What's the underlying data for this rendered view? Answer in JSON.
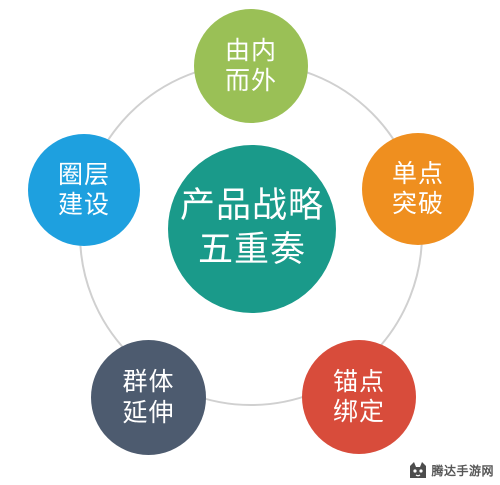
{
  "diagram": {
    "center": {
      "lines": [
        "产品战略",
        "五重奏"
      ]
    },
    "nodes": {
      "top": {
        "lines": [
          "由内",
          "而外"
        ],
        "color": "#9ac056"
      },
      "right": {
        "lines": [
          "单点",
          "突破"
        ],
        "color": "#ef8f1f"
      },
      "bottom_right": {
        "lines": [
          "锚点",
          "绑定"
        ],
        "color": "#d84c3b"
      },
      "bottom_left": {
        "lines": [
          "群体",
          "延伸"
        ],
        "color": "#4d5b6f"
      },
      "left": {
        "lines": [
          "圈层",
          "建设"
        ],
        "color": "#1ea0df"
      }
    },
    "center_color": "#1a9a8a",
    "ring_color": "#d0d0d0"
  },
  "watermark": {
    "text": "腾达手游网",
    "logo_icon": "cat-logo-icon"
  }
}
